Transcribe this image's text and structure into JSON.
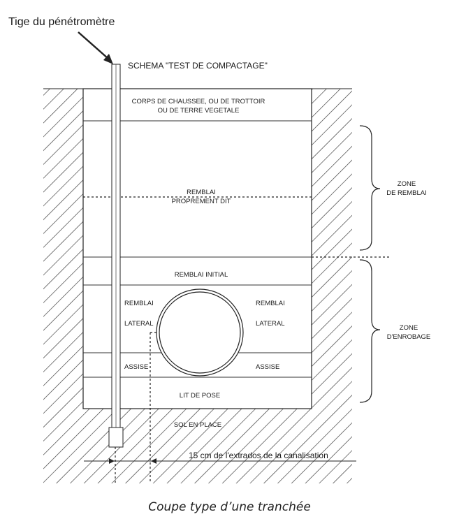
{
  "pointer_label": "Tige du pénétromètre",
  "schema_title": "SCHEMA \"TEST DE COMPACTAGE\"",
  "layers": {
    "top_line1": "CORPS DE CHAUSSEE, OU DE TROTTOIR",
    "top_line2": "OU DE TERRE VEGETALE",
    "remblai_line1": "REMBLAI",
    "remblai_line2": "PROPREMENT DIT",
    "remblai_initial": "REMBLAI INITIAL",
    "left_remblai": "REMBLAI",
    "left_lateral": "LATERAL",
    "right_remblai": "REMBLAI",
    "right_lateral": "LATERAL",
    "left_assise": "ASSISE",
    "right_assise": "ASSISE",
    "lit_de_pose": "LIT DE POSE",
    "sol_en_place": "SOL EN PLACE"
  },
  "zones": {
    "remblai_line1": "ZONE",
    "remblai_line2": "DE REMBLAI",
    "enrobage_line1": "ZONE",
    "enrobage_line2": "D'ENROBAGE"
  },
  "dimension_label": "15 cm de l'extrados de la canalisation",
  "caption": "Coupe type d’une tranchée"
}
